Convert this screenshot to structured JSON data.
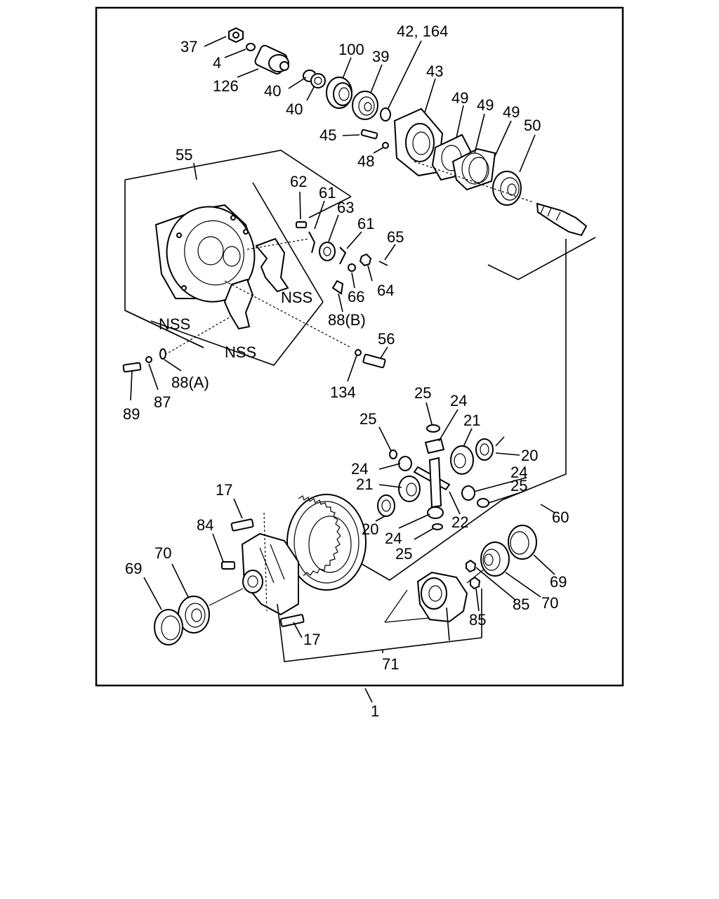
{
  "diagram": {
    "labels": [
      {
        "id": "l37",
        "text": "37"
      },
      {
        "id": "l4",
        "text": "4"
      },
      {
        "id": "l126",
        "text": "126"
      },
      {
        "id": "l40a",
        "text": "40"
      },
      {
        "id": "l40b",
        "text": "40"
      },
      {
        "id": "l100",
        "text": "100"
      },
      {
        "id": "l39",
        "text": "39"
      },
      {
        "id": "l42",
        "text": "42, 164"
      },
      {
        "id": "l43",
        "text": "43"
      },
      {
        "id": "l49a",
        "text": "49"
      },
      {
        "id": "l49b",
        "text": "49"
      },
      {
        "id": "l49c",
        "text": "49"
      },
      {
        "id": "l50",
        "text": "50"
      },
      {
        "id": "l45",
        "text": "45"
      },
      {
        "id": "l48",
        "text": "48"
      },
      {
        "id": "l55",
        "text": "55"
      },
      {
        "id": "l62",
        "text": "62"
      },
      {
        "id": "l61a",
        "text": "61"
      },
      {
        "id": "l63",
        "text": "63"
      },
      {
        "id": "l61b",
        "text": "61"
      },
      {
        "id": "l65",
        "text": "65"
      },
      {
        "id": "l64",
        "text": "64"
      },
      {
        "id": "l66",
        "text": "66"
      },
      {
        "id": "l88b",
        "text": "88(B)"
      },
      {
        "id": "lnss1",
        "text": "NSS"
      },
      {
        "id": "lnss2",
        "text": "NSS"
      },
      {
        "id": "lnss3",
        "text": "NSS"
      },
      {
        "id": "l56",
        "text": "56"
      },
      {
        "id": "l134",
        "text": "134"
      },
      {
        "id": "l88a",
        "text": "88(A)"
      },
      {
        "id": "l89",
        "text": "89"
      },
      {
        "id": "l87",
        "text": "87"
      },
      {
        "id": "l25a",
        "text": "25"
      },
      {
        "id": "l24a",
        "text": "24"
      },
      {
        "id": "l25b",
        "text": "25"
      },
      {
        "id": "l21a",
        "text": "21"
      },
      {
        "id": "l20a",
        "text": "20"
      },
      {
        "id": "l24b",
        "text": "24"
      },
      {
        "id": "l24c",
        "text": "24"
      },
      {
        "id": "l21b",
        "text": "21"
      },
      {
        "id": "l25c",
        "text": "25"
      },
      {
        "id": "l22",
        "text": "22"
      },
      {
        "id": "l20b",
        "text": "20"
      },
      {
        "id": "l24d",
        "text": "24"
      },
      {
        "id": "l25d",
        "text": "25"
      },
      {
        "id": "l60",
        "text": "60"
      },
      {
        "id": "l17a",
        "text": "17"
      },
      {
        "id": "l84",
        "text": "84"
      },
      {
        "id": "l70a",
        "text": "70"
      },
      {
        "id": "l69a",
        "text": "69"
      },
      {
        "id": "l17b",
        "text": "17"
      },
      {
        "id": "l69b",
        "text": "69"
      },
      {
        "id": "l85a",
        "text": "85"
      },
      {
        "id": "l70b",
        "text": "70"
      },
      {
        "id": "l85b",
        "text": "85"
      },
      {
        "id": "l71",
        "text": "71"
      },
      {
        "id": "l1",
        "text": "1"
      }
    ]
  }
}
